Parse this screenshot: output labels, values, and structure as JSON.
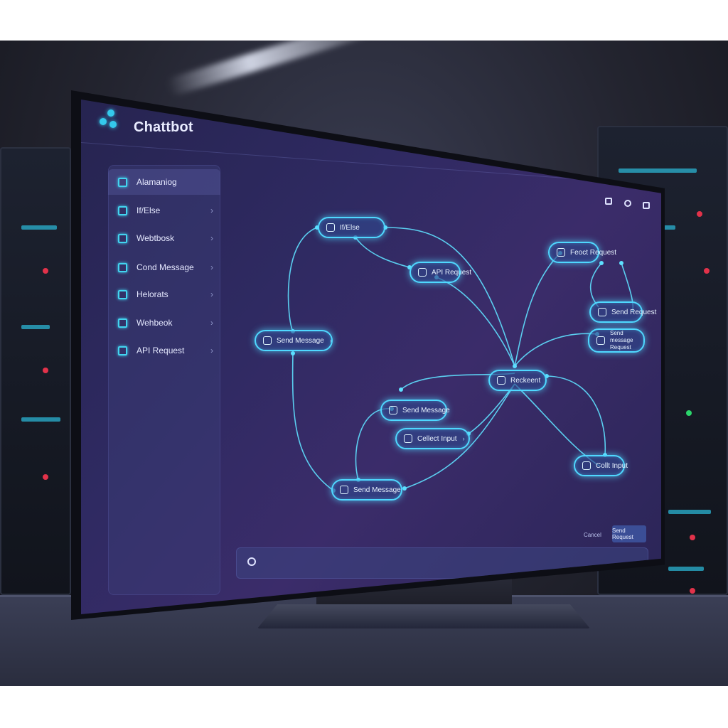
{
  "app": {
    "title": "Chattbot"
  },
  "sidebar": {
    "items": [
      {
        "label": "Alamaniog"
      },
      {
        "label": "If/Else"
      },
      {
        "label": "Webtbosk"
      },
      {
        "label": "Cond Message"
      },
      {
        "label": "Helorats"
      },
      {
        "label": "Wehbeok"
      },
      {
        "label": "API Request"
      }
    ]
  },
  "canvas": {
    "nodes": [
      {
        "label": "If/Else"
      },
      {
        "label": "API Request"
      },
      {
        "label": "Send Message"
      },
      {
        "label": "Reckeent"
      },
      {
        "label": "Send Message"
      },
      {
        "label": "Cellect Input"
      },
      {
        "label": "Send Message"
      },
      {
        "label": "Feoct Request"
      },
      {
        "label": "Send Request"
      },
      {
        "label": "Send message Request"
      },
      {
        "label": "Collt Input"
      }
    ]
  },
  "footer": {
    "cancel_label": "Cancel",
    "send_label": "Send Request"
  },
  "colors": {
    "accent": "#4fd8ff",
    "background": "#2f2a62",
    "sidebar": "#3c3e78"
  }
}
